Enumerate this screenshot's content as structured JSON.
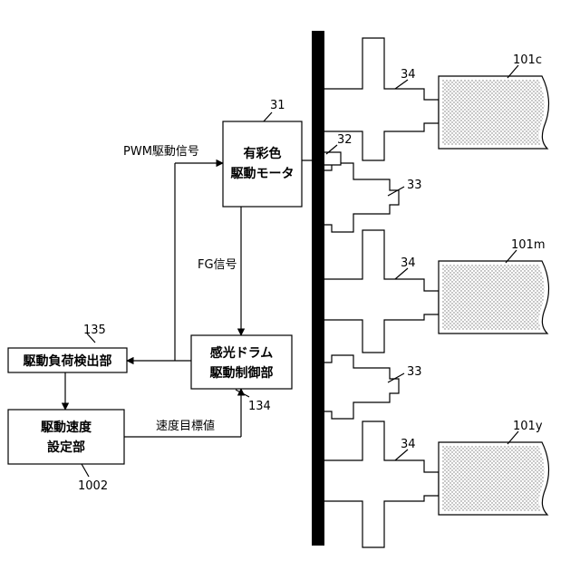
{
  "blocks": {
    "color_motor": {
      "line1": "有彩色",
      "line2": "駆動モータ",
      "ref": "31"
    },
    "drum_control": {
      "line1": "感光ドラム",
      "line2": "駆動制御部",
      "ref": "134"
    },
    "load_detector": {
      "label": "駆動負荷検出部",
      "ref": "135"
    },
    "speed_setting": {
      "line1": "駆動速度",
      "line2": "設定部",
      "ref": "1002"
    }
  },
  "signals": {
    "pwm": "PWM駆動信号",
    "fg": "FG信号",
    "speed_target": "速度目標値"
  },
  "parts": {
    "motor_gear": "32",
    "idler_gear_upper": "33",
    "idler_gear_lower": "33",
    "drum_gear_c": "34",
    "drum_gear_m": "34",
    "drum_gear_y": "34",
    "drum_c": "101c",
    "drum_m": "101m",
    "drum_y": "101y"
  }
}
